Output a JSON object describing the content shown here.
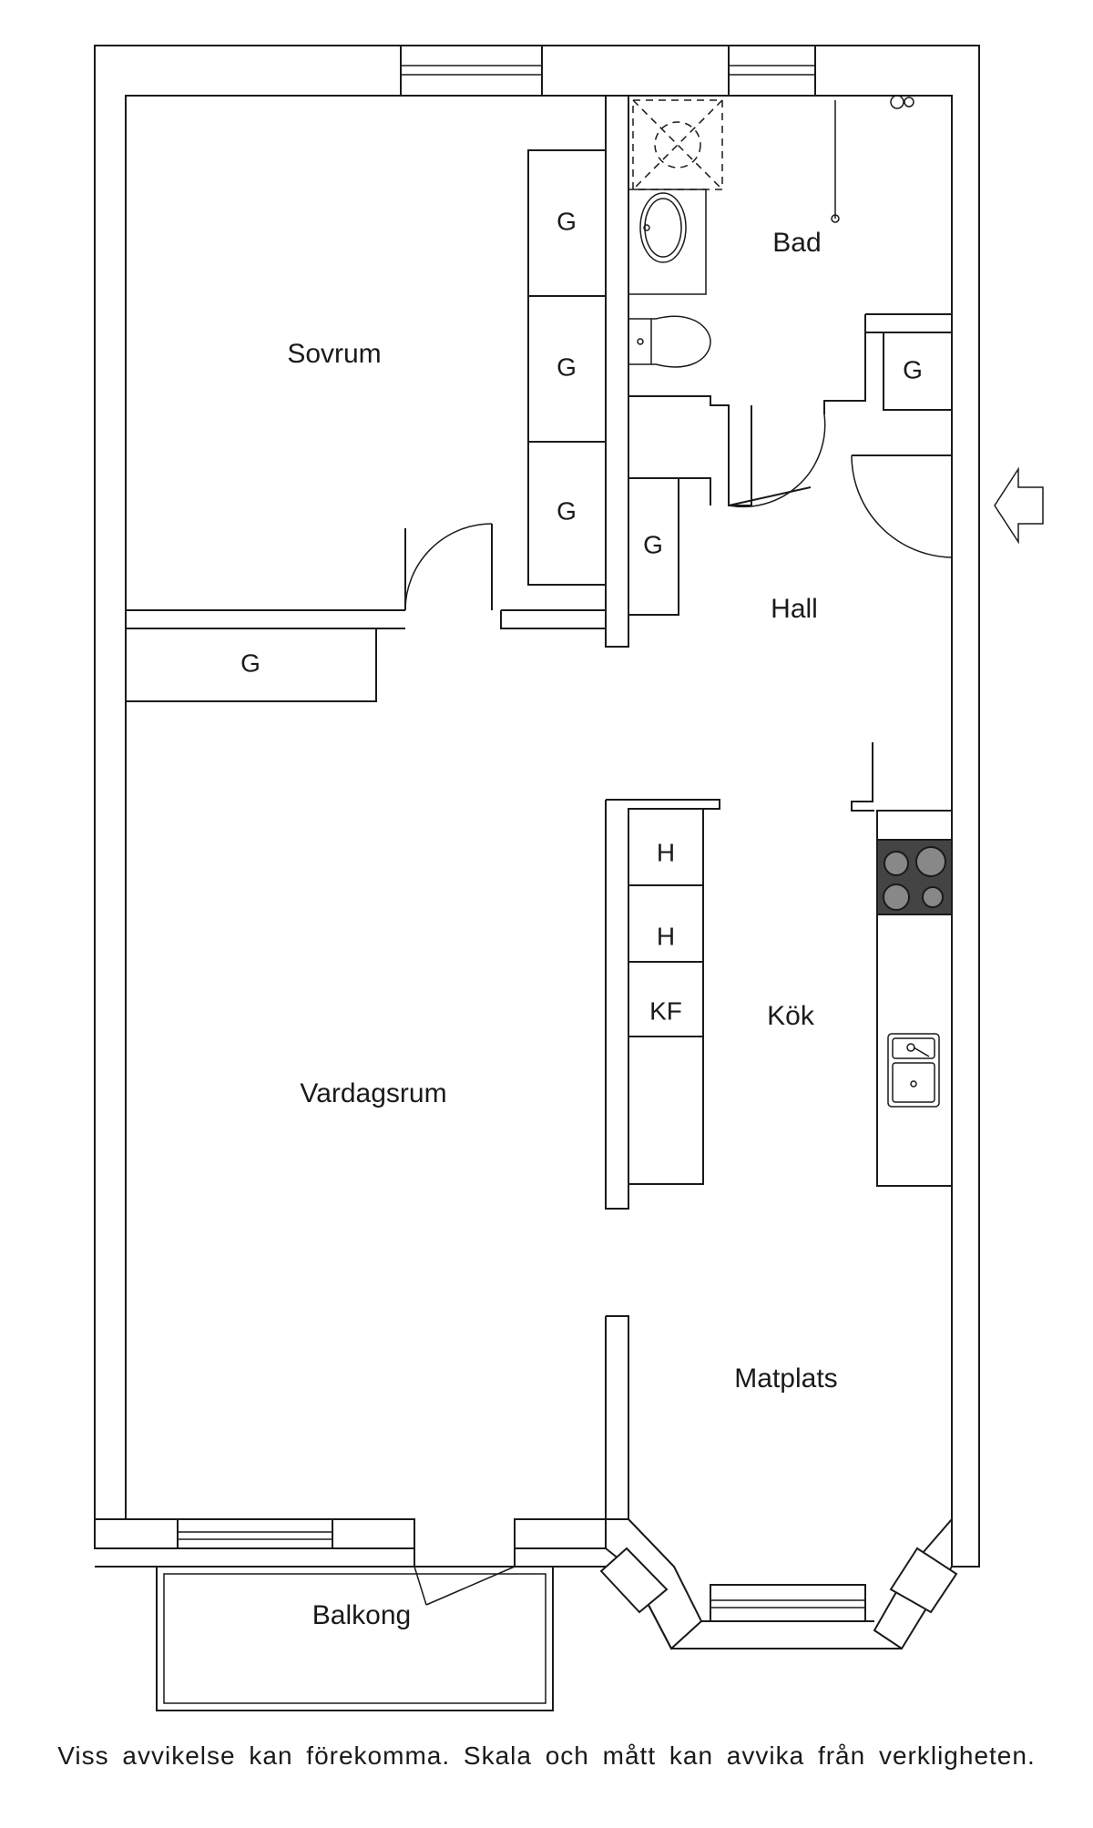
{
  "rooms": {
    "sovrum": "Sovrum",
    "bad": "Bad",
    "hall": "Hall",
    "vardagsrum": "Vardagsrum",
    "kok": "Kök",
    "matplats": "Matplats",
    "balkong": "Balkong"
  },
  "closets": {
    "g": "G",
    "h": "H",
    "kf": "KF"
  },
  "disclaimer": "Viss avvikelse kan förekomma. Skala och mått kan avvika från verkligheten.",
  "colors": {
    "line": "#1a1a1a",
    "background": "#ffffff",
    "stove": "#444444"
  },
  "icons": [
    "entrance-arrow-icon",
    "stove-icon",
    "sink-icon",
    "toilet-icon",
    "washbasin-icon",
    "shower-icon"
  ]
}
